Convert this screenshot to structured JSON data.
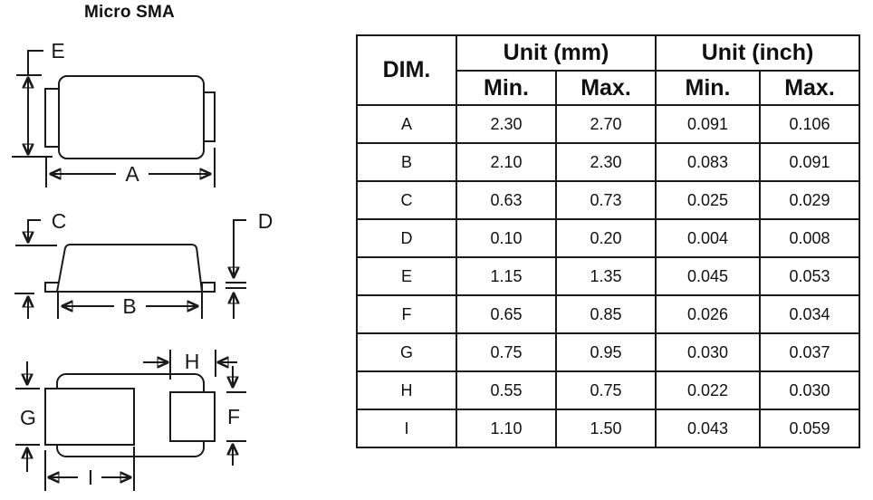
{
  "title": "Micro SMA",
  "colors": {
    "ink": "#1a1a1a",
    "background": "#ffffff"
  },
  "drawing": {
    "views": [
      "top-view",
      "side-view",
      "bottom-view"
    ],
    "dim_labels": {
      "a": "A",
      "b": "B",
      "c": "C",
      "d": "D",
      "e": "E",
      "f": "F",
      "g": "G",
      "h": "H",
      "i": "I"
    }
  },
  "table": {
    "corner_header": "DIM.",
    "groups": [
      {
        "label": "Unit (mm)",
        "min": "Min.",
        "max": "Max."
      },
      {
        "label": "Unit (inch)",
        "min": "Min.",
        "max": "Max."
      }
    ],
    "rows": [
      {
        "dim": "A",
        "mm_min": "2.30",
        "mm_max": "2.70",
        "inch_min": "0.091",
        "inch_max": "0.106"
      },
      {
        "dim": "B",
        "mm_min": "2.10",
        "mm_max": "2.30",
        "inch_min": "0.083",
        "inch_max": "0.091"
      },
      {
        "dim": "C",
        "mm_min": "0.63",
        "mm_max": "0.73",
        "inch_min": "0.025",
        "inch_max": "0.029"
      },
      {
        "dim": "D",
        "mm_min": "0.10",
        "mm_max": "0.20",
        "inch_min": "0.004",
        "inch_max": "0.008"
      },
      {
        "dim": "E",
        "mm_min": "1.15",
        "mm_max": "1.35",
        "inch_min": "0.045",
        "inch_max": "0.053"
      },
      {
        "dim": "F",
        "mm_min": "0.65",
        "mm_max": "0.85",
        "inch_min": "0.026",
        "inch_max": "0.034"
      },
      {
        "dim": "G",
        "mm_min": "0.75",
        "mm_max": "0.95",
        "inch_min": "0.030",
        "inch_max": "0.037"
      },
      {
        "dim": "H",
        "mm_min": "0.55",
        "mm_max": "0.75",
        "inch_min": "0.022",
        "inch_max": "0.030"
      },
      {
        "dim": "I",
        "mm_min": "1.10",
        "mm_max": "1.50",
        "inch_min": "0.043",
        "inch_max": "0.059"
      }
    ]
  }
}
